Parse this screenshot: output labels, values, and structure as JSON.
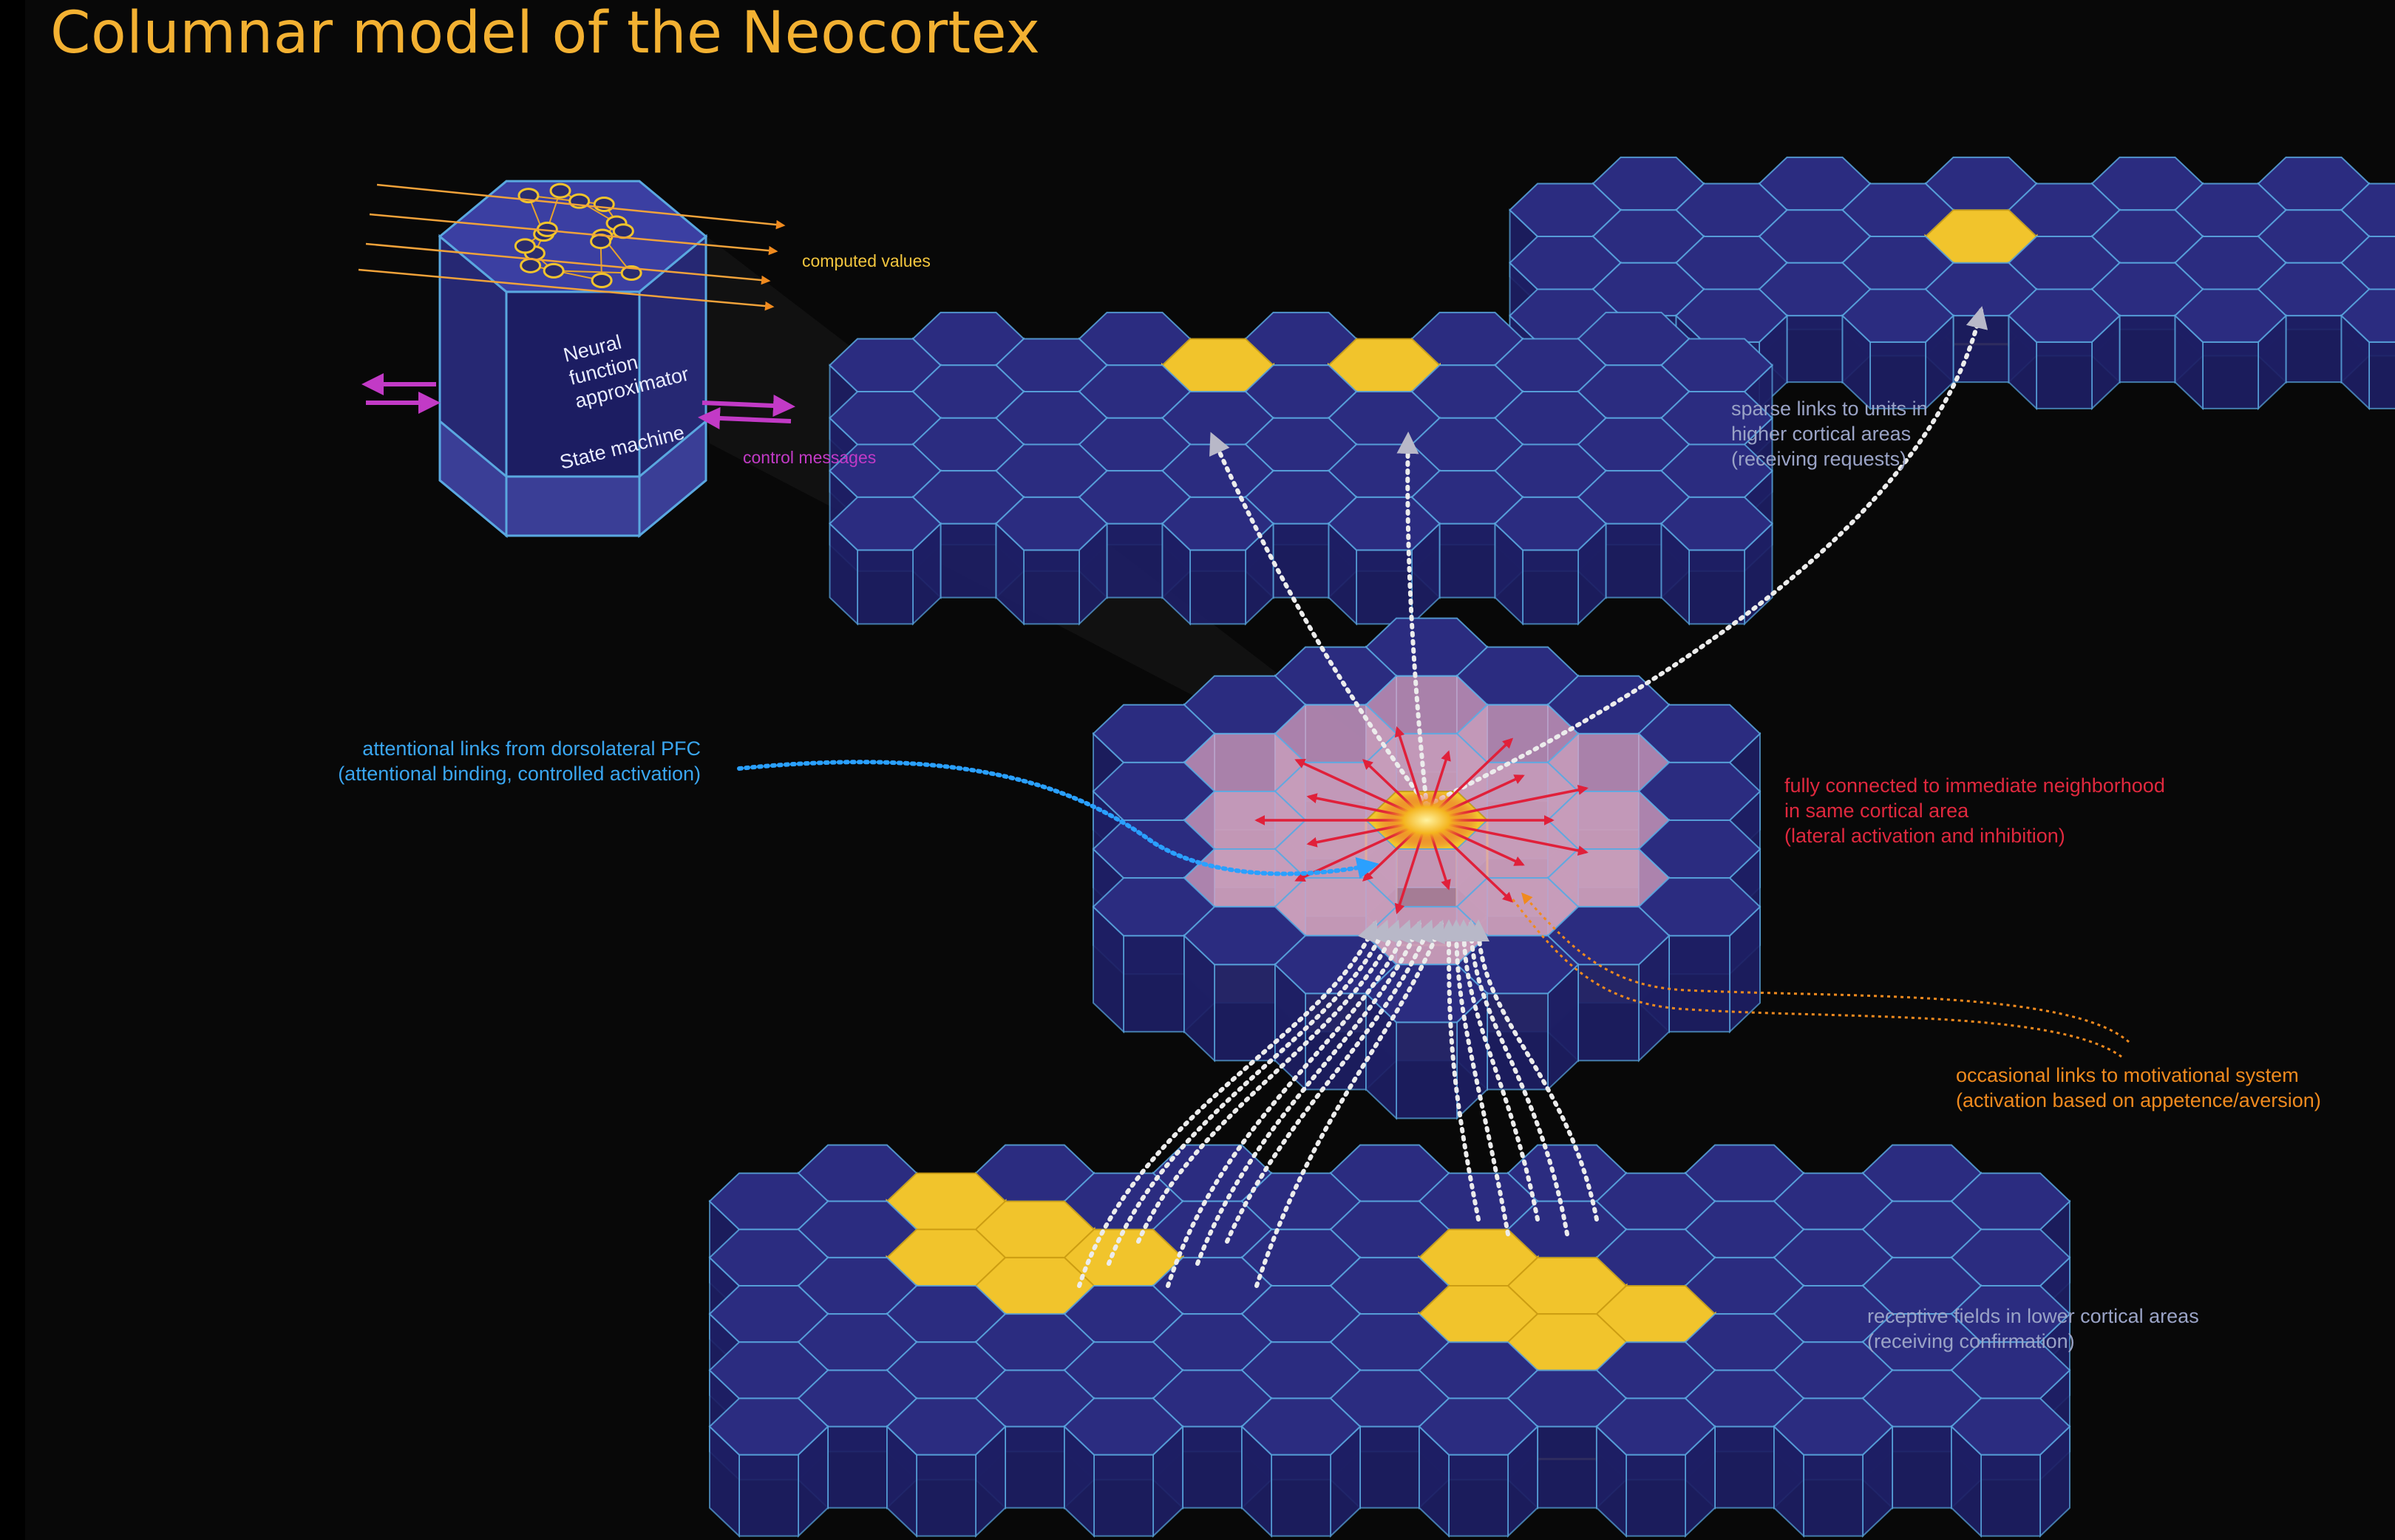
{
  "title": "Columnar model of the Neocortex",
  "colors": {
    "background": "#080808",
    "title": "#f3b132",
    "hex_top": "#2b2c80",
    "hex_side": "#1d1e64",
    "hex_edge": "#5aa8e0",
    "active_yellow": "#f1c42c",
    "neighborhood_pink": "#d9a3c4",
    "lateral_red": "#e0203a",
    "attention_blue": "#2aa0ff",
    "motivation_orange": "#f08a1e",
    "control_magenta": "#c23ac6",
    "links_white": "#f2f2f2"
  },
  "column_detail": {
    "neural_label": [
      "Neural",
      "function",
      "approximator"
    ],
    "state_label": "State machine",
    "computed_values": "computed values",
    "control_messages": "control messages"
  },
  "labels": {
    "sparse_links": [
      "sparse links to units in",
      "higher cortical areas",
      "(receiving requests)"
    ],
    "attentional": [
      "attentional links from dorsolateral PFC",
      "(attentional binding, controlled activation)"
    ],
    "fully_connected": [
      "fully connected to immediate neighborhood",
      "in same cortical area",
      "(lateral activation and inhibition)"
    ],
    "occasional": [
      "occasional links to motivational system",
      "(activation based on appetence/aversion)"
    ],
    "receptive": [
      "receptive fields in lower cortical areas",
      "(receiving confirmation)"
    ]
  }
}
